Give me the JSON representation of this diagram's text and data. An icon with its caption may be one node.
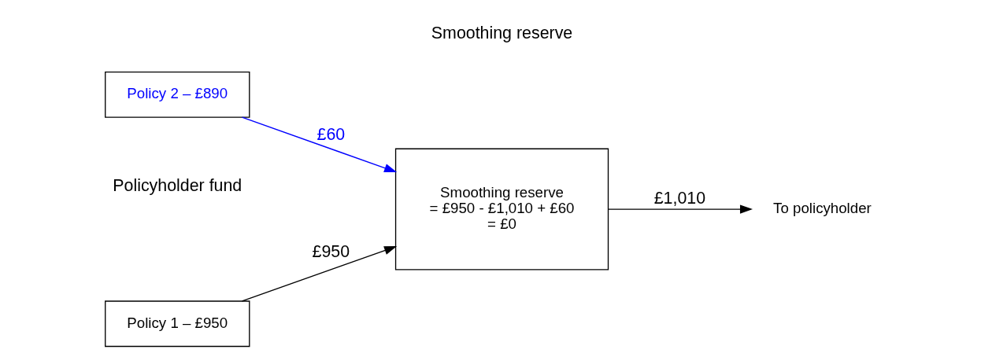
{
  "diagram": {
    "nodes": [
      {
        "text": [
          "Policy 1 – £950"
        ]
      },
      {
        "text": [
          "Policy 2 – £890"
        ]
      },
      {
        "text": [
          "Smoothing reserve",
          "= £950 - £1,010 + £60",
          "= £0"
        ]
      },
      {
        "text": [
          "To policyholder"
        ]
      }
    ],
    "edges": [
      {
        "from": 0,
        "to": 2,
        "arrow": "to",
        "label": "£950"
      },
      {
        "from": 1,
        "to": 2,
        "arrow": "to",
        "label": "£60",
        "color": "#0000ff"
      },
      {
        "from": 2,
        "to": 3,
        "arrow": "to",
        "label": "£1,010"
      }
    ],
    "labels": [
      "Policyholder fund",
      "Smoothing reserve"
    ]
  }
}
